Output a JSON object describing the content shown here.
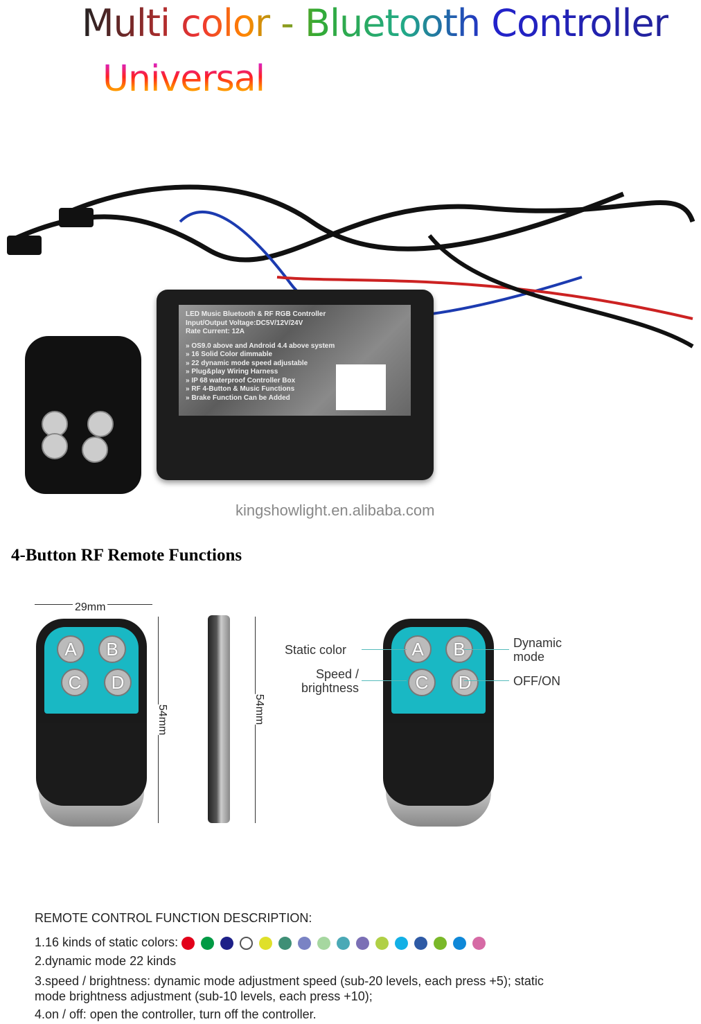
{
  "header": {
    "title": "Multi color - Bluetooth Controller",
    "subtitle": "Universal"
  },
  "controller_label": {
    "heading": "LED Music Bluetooth & RF RGB Controller",
    "voltage": "Input/Output Voltage:DC5V/12V/24V",
    "current": "Rate Current: 12A",
    "features": [
      "» OS9.0 above and Android 4.4 above system",
      "» 16 Solid Color dimmable",
      "» 22 dynamic mode speed adjustable",
      "» Plug&play Wiring Harness",
      "» IP 68 waterproof Controller Box",
      "» RF 4-Button & Music Functions",
      "» Brake Function Can be Added"
    ]
  },
  "watermark": "kingshowlight.en.alibaba.com",
  "section_title": "4-Button RF Remote Functions",
  "dimensions": {
    "width": "29mm",
    "height_front": "54mm",
    "height_side": "54mm"
  },
  "buttons": [
    "A",
    "B",
    "C",
    "D"
  ],
  "callouts": {
    "a": "Static color",
    "b": "Dynamic mode",
    "c": "Speed / brightness",
    "d": "OFF/ON"
  },
  "description": {
    "heading": "REMOTE CONTROL FUNCTION DESCRIPTION:",
    "line1": "1.16 kinds of static colors:",
    "line2": "2.dynamic mode 22 kinds",
    "line3": "3.speed / brightness: dynamic mode adjustment speed (sub-20 levels, each press +5); static mode brightness adjustment (sub-10 levels, each press +10);",
    "line4": "4.on / off: open the controller, turn off the controller."
  },
  "static_colors": [
    "#e2001a",
    "#009a44",
    "#1d2088",
    "#ffffff",
    "#dfe02a",
    "#3f8f76",
    "#7a83c4",
    "#a6d7a0",
    "#4aa9b6",
    "#7b6fb5",
    "#b0d045",
    "#12b0e6",
    "#2e5aa5",
    "#7ab829",
    "#0f88d8",
    "#d66aa5"
  ],
  "accent_colors": {
    "remote_panel": "#19b8c4"
  }
}
